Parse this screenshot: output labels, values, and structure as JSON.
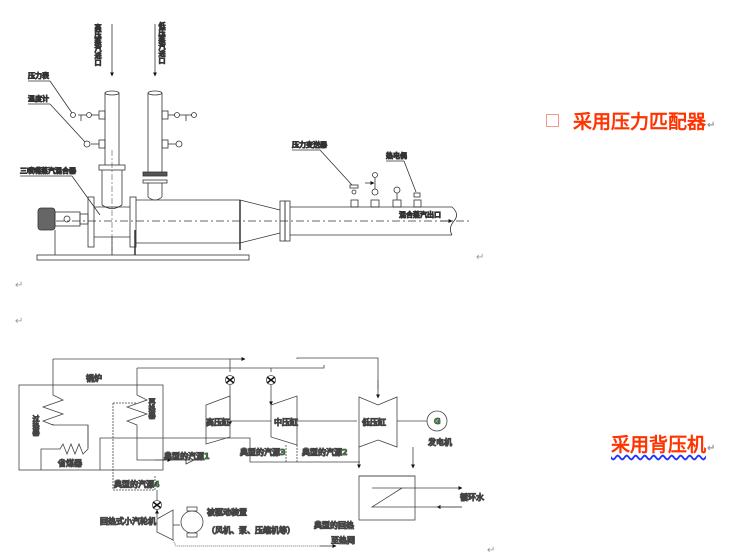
{
  "document": {
    "heading_1": "采用压力匹配器",
    "heading_2": "采用背压机",
    "para_mark": "↵",
    "checkbox_icon": "empty-checkbox-icon",
    "colors": {
      "heading": "#ff3300",
      "green_label": "#22dd22",
      "spell_underline": "#2233ff"
    }
  },
  "diagram_1": {
    "labels": {
      "hp_inlet": "高压蒸汽进口",
      "lp_inlet": "低压蒸汽进口",
      "pressure_gauge": "压力表",
      "thermometer": "温度计",
      "mixer": "三喷嘴蒸汽混合器",
      "pressure_transmitter": "压力变送器",
      "thermocouple": "热电偶",
      "mixed_outlet": "混合蒸汽出口"
    }
  },
  "diagram_2": {
    "labels": {
      "boiler": "锅炉",
      "superheater": "过热器",
      "reheater": "再热器",
      "economizer": "省煤器",
      "hp_cylinder": "高压缸",
      "ip_cylinder": "中压缸",
      "lp_cylinder": "低压缸",
      "generator": "发电机",
      "generator_symbol": "G",
      "cooling_water": "循环水",
      "source_1": "典型的汽源1",
      "source_2": "典型的汽源2",
      "source_3": "典型的汽源3",
      "source_4": "典型的汽源4",
      "back_pressure_turbine": "回热式小汽轮机",
      "driven_device": "被驱动装置",
      "driven_device_examples": "（风机、泵、压缩机等）",
      "return_1": "典型的回热",
      "return_2": "至热网"
    }
  }
}
